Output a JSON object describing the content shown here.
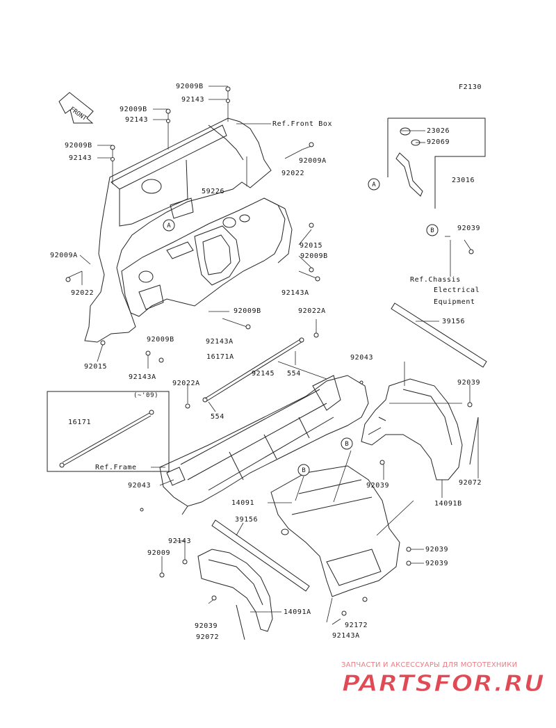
{
  "figure_code": "F2130",
  "front_label": "FRONT",
  "callouts": [
    {
      "id": "c1",
      "text": "92009B"
    },
    {
      "id": "c2",
      "text": "92143"
    },
    {
      "id": "c3",
      "text": "92009B"
    },
    {
      "id": "c4",
      "text": "92143"
    },
    {
      "id": "c5",
      "text": "Ref.Front Box"
    },
    {
      "id": "c6",
      "text": "92009B"
    },
    {
      "id": "c7",
      "text": "92143"
    },
    {
      "id": "c8",
      "text": "92022"
    },
    {
      "id": "c9",
      "text": "92009A"
    },
    {
      "id": "c10",
      "text": "59226"
    },
    {
      "id": "c11",
      "text": "92015"
    },
    {
      "id": "c12",
      "text": "92009B"
    },
    {
      "id": "c13",
      "text": "92143A"
    },
    {
      "id": "c14",
      "text": "92009A"
    },
    {
      "id": "c15",
      "text": "92022"
    },
    {
      "id": "c16",
      "text": "92009B"
    },
    {
      "id": "c17",
      "text": "92022A"
    },
    {
      "id": "c18",
      "text": "92143A"
    },
    {
      "id": "c19",
      "text": "92009B"
    },
    {
      "id": "c20",
      "text": "92015"
    },
    {
      "id": "c21",
      "text": "92143A"
    },
    {
      "id": "c22",
      "text": "16171A"
    },
    {
      "id": "c23",
      "text": "92145"
    },
    {
      "id": "c24",
      "text": "554"
    },
    {
      "id": "c25",
      "text": "92043"
    },
    {
      "id": "c26",
      "text": "92022A"
    },
    {
      "id": "c27",
      "text": "554"
    },
    {
      "id": "c28",
      "text": "(~'09)"
    },
    {
      "id": "c29",
      "text": "16171"
    },
    {
      "id": "c30",
      "text": "Ref.Frame"
    },
    {
      "id": "c31",
      "text": "92043"
    },
    {
      "id": "c32",
      "text": "23026"
    },
    {
      "id": "c33",
      "text": "92069"
    },
    {
      "id": "c34",
      "text": "23016"
    },
    {
      "id": "c35",
      "text": "92039"
    },
    {
      "id": "c36",
      "text": "Ref.Chassis"
    },
    {
      "id": "c37",
      "text": "Electrical"
    },
    {
      "id": "c38",
      "text": "Equipment"
    },
    {
      "id": "c39",
      "text": "39156"
    },
    {
      "id": "c40",
      "text": "92039"
    },
    {
      "id": "c41",
      "text": "92072"
    },
    {
      "id": "c42",
      "text": "14091B"
    },
    {
      "id": "c43",
      "text": "92039"
    },
    {
      "id": "c44",
      "text": "14091"
    },
    {
      "id": "c45",
      "text": "39156"
    },
    {
      "id": "c46",
      "text": "92143"
    },
    {
      "id": "c47",
      "text": "92009"
    },
    {
      "id": "c48",
      "text": "92039"
    },
    {
      "id": "c49",
      "text": "92039"
    },
    {
      "id": "c50",
      "text": "14091A"
    },
    {
      "id": "c51",
      "text": "92039"
    },
    {
      "id": "c52",
      "text": "92072"
    },
    {
      "id": "c53",
      "text": "92172"
    },
    {
      "id": "c54",
      "text": "92143A"
    }
  ],
  "ref_markers": [
    {
      "id": "m1",
      "letter": "A"
    },
    {
      "id": "m2",
      "letter": "A"
    },
    {
      "id": "m3",
      "letter": "B"
    },
    {
      "id": "m4",
      "letter": "B"
    },
    {
      "id": "m5",
      "letter": "B"
    }
  ],
  "watermark": {
    "tagline": "ЗАПЧАСТИ И АКСЕССУАРЫ ДЛЯ МОТОТЕХНИКИ",
    "brand": "PARTSFOR.RU",
    "color": "#e04a55"
  }
}
